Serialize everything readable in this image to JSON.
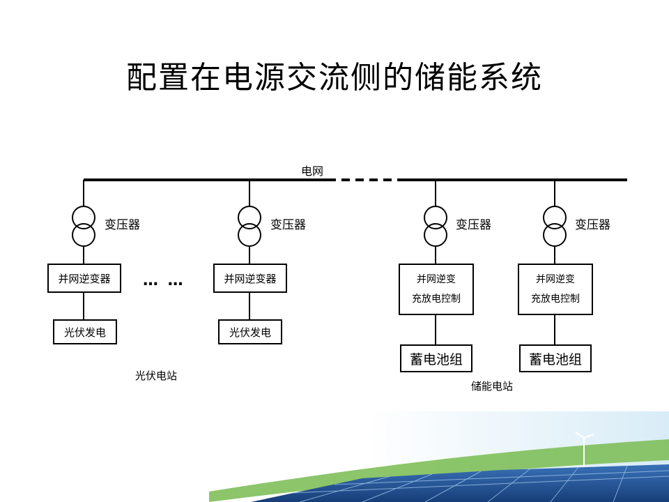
{
  "title": "配置在电源交流侧的储能系统",
  "grid_label": "电网",
  "transformer_label": "变压器",
  "pv_station": {
    "inverter_label": "并网逆变器",
    "generation_label": "光伏发电",
    "ellipsis": "… …",
    "station_label": "光伏电站"
  },
  "storage_station": {
    "converter_line1": "并网逆变",
    "converter_line2": "充放电控制",
    "battery_label": "蓄电池组",
    "station_label": "储能电站"
  },
  "colors": {
    "line": "#000000",
    "sky": "#e9f4fb",
    "grass": "#6aa84f",
    "panel": "#1f4f8f"
  }
}
